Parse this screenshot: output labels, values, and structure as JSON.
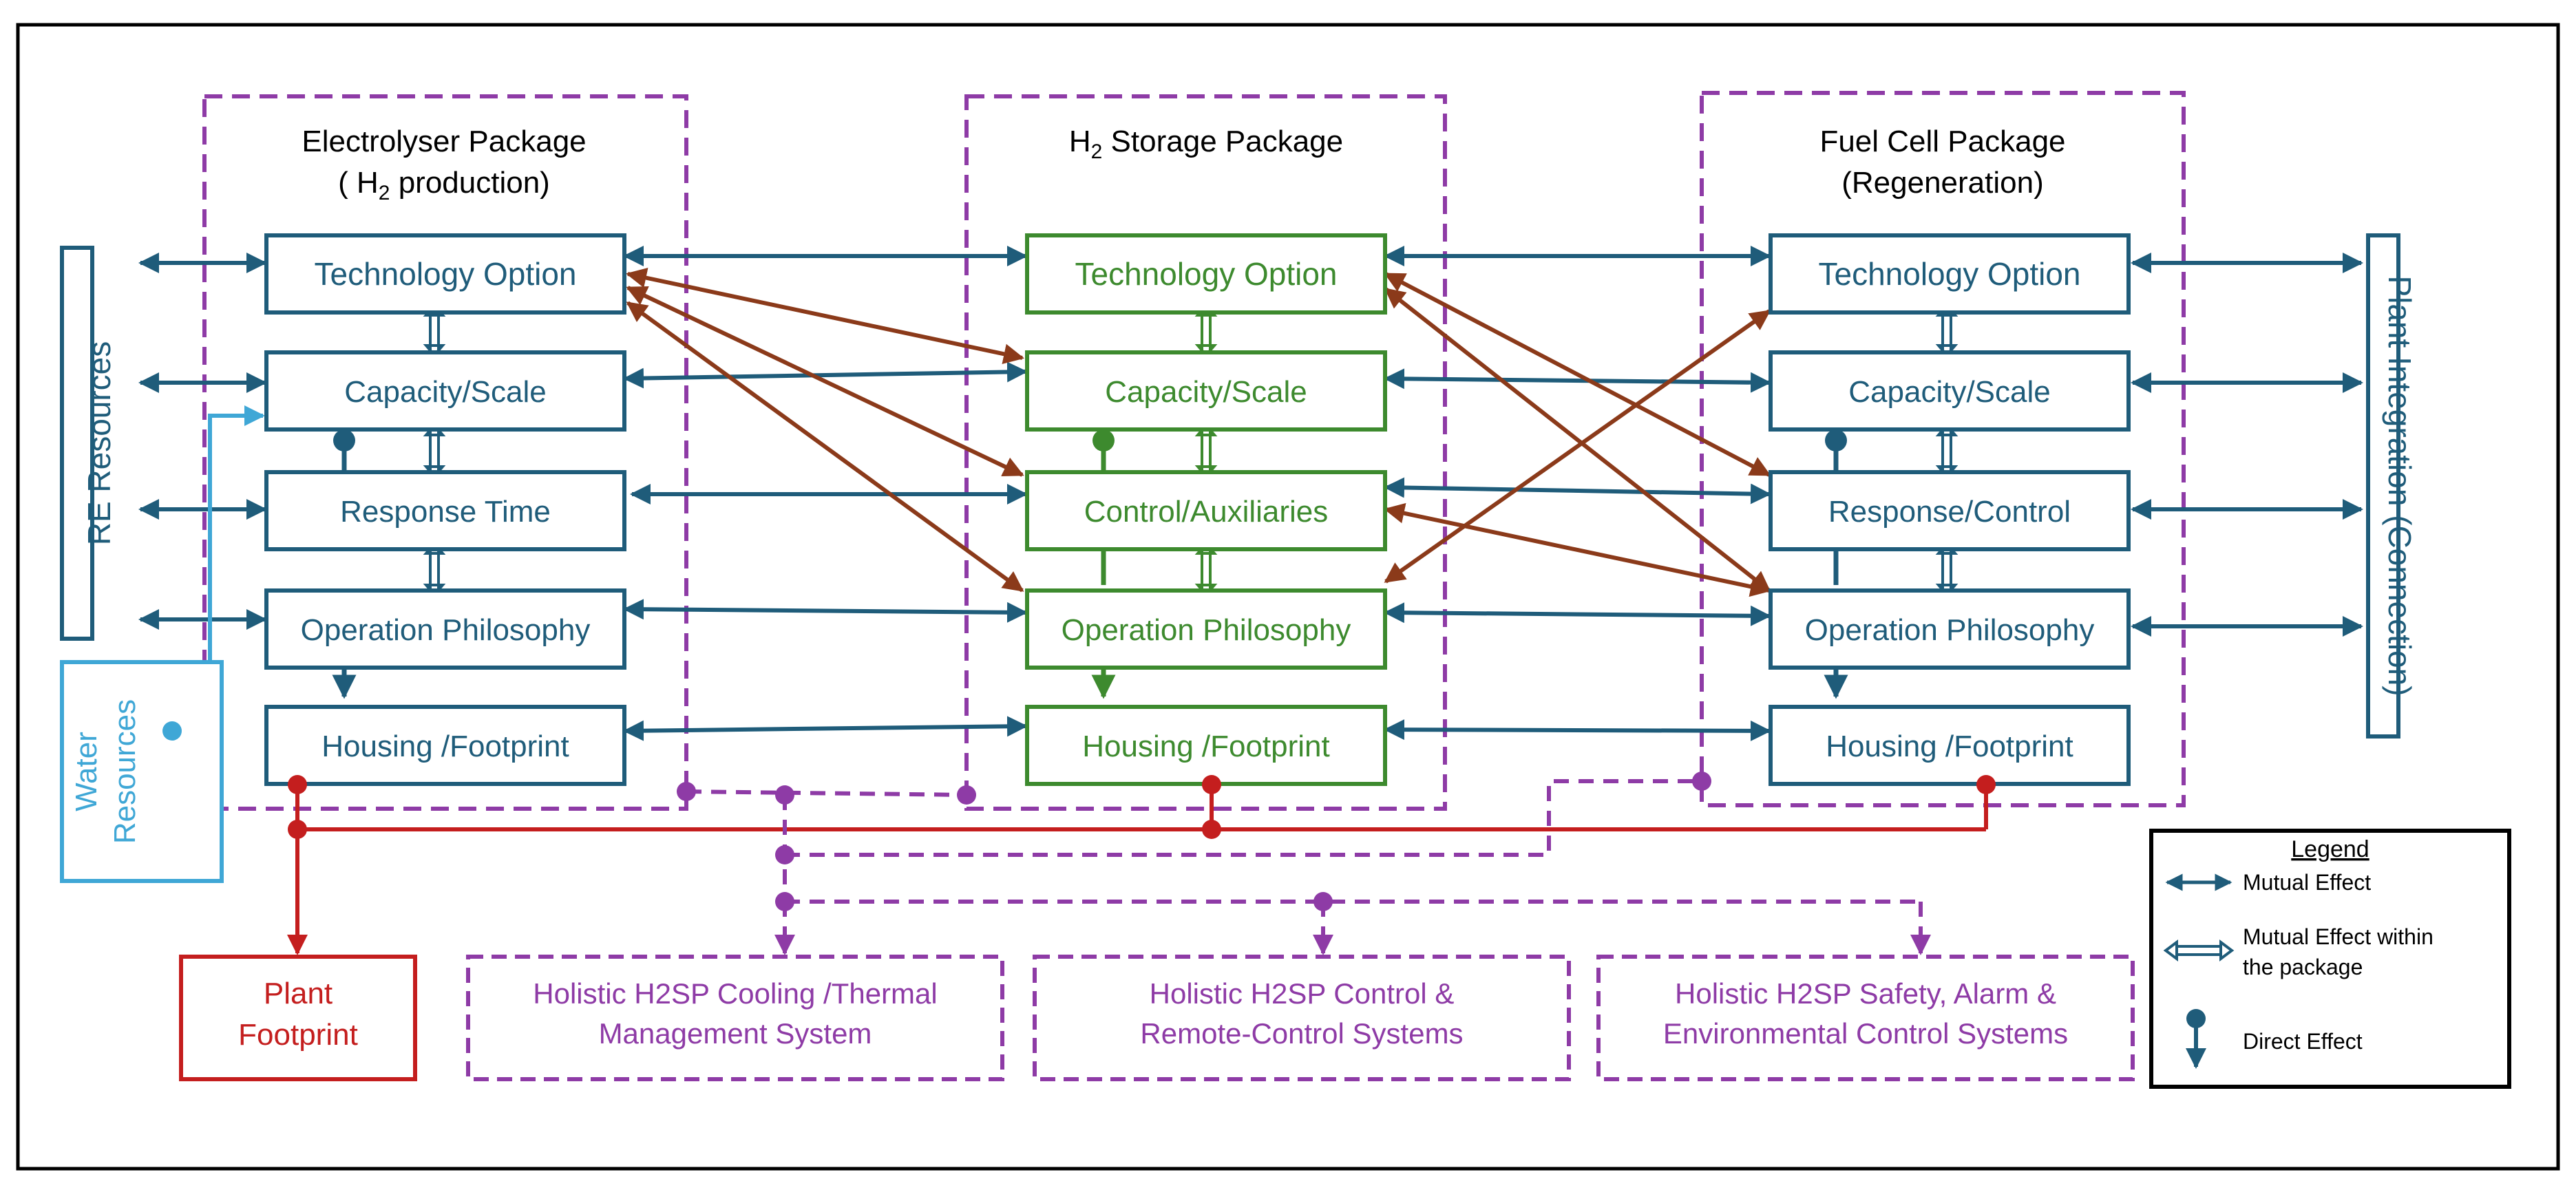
{
  "colors": {
    "blue": "#1F5C7A",
    "green": "#3D8A2E",
    "brown": "#8B3A1A",
    "purple": "#8E3BA6",
    "red": "#C41E1E",
    "light_blue": "#3FA7D6",
    "frame": "#000000"
  },
  "packages": {
    "electrolyser": {
      "title_line1": "Electrolyser Package",
      "title_line2_pre": "( H",
      "title_line2_sub": "2",
      "title_line2_post": " production)",
      "items": [
        "Technology Option",
        "Capacity/Scale",
        "Response Time",
        "Operation Philosophy",
        "Housing /Footprint"
      ]
    },
    "storage": {
      "title_pre": "H",
      "title_sub": "2",
      "title_post": " Storage Package",
      "items": [
        "Technology Option",
        "Capacity/Scale",
        "Control/Auxiliaries",
        "Operation Philosophy",
        "Housing /Footprint"
      ]
    },
    "fuelcell": {
      "title_line1": "Fuel Cell Package",
      "title_line2": "(Regeneration)",
      "items": [
        "Technology Option",
        "Capacity/Scale",
        "Response/Control",
        "Operation Philosophy",
        "Housing /Footprint"
      ]
    }
  },
  "side": {
    "re_resources": "RE Resources",
    "water_line1": "Water",
    "water_line2": "Resources",
    "plant_integration": "Plant Integration (Connection)"
  },
  "bottom": {
    "plant_footprint_line1": "Plant",
    "plant_footprint_line2": "Footprint",
    "cooling_line1": "Holistic H2SP Cooling /Thermal",
    "cooling_line2": "Management  System",
    "control_line1": "Holistic H2SP Control &",
    "control_line2": "Remote-Control Systems",
    "safety_line1": "Holistic H2SP Safety, Alarm &",
    "safety_line2": "Environmental Control Systems"
  },
  "legend": {
    "title": "Legend",
    "mutual": "Mutual Effect",
    "within_line1": "Mutual Effect within",
    "within_line2": "the package",
    "direct": "Direct Effect"
  }
}
